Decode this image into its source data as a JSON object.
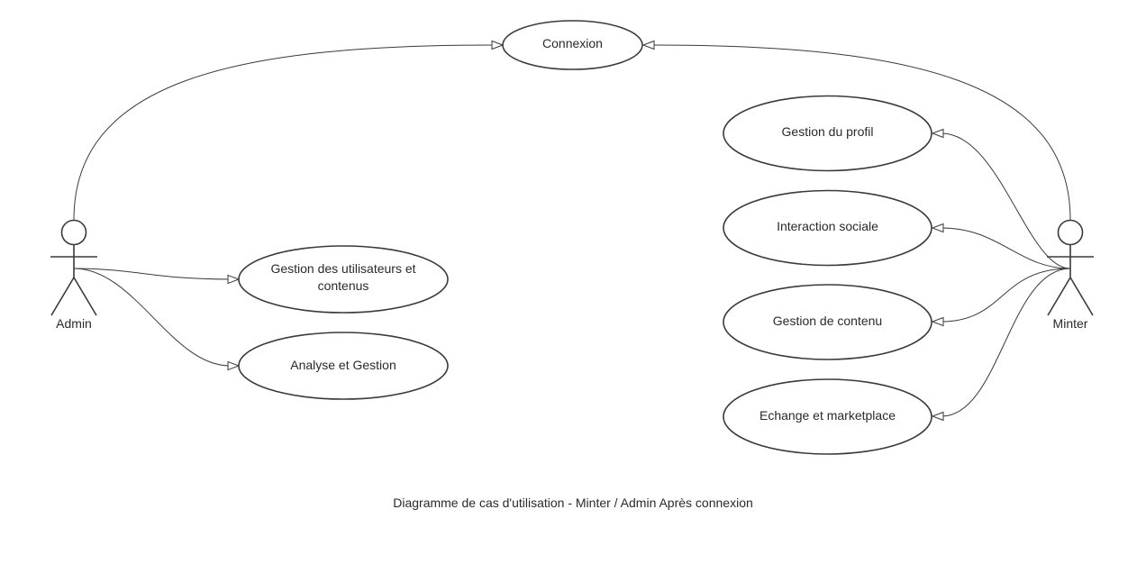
{
  "diagram": {
    "use_cases": {
      "connexion": "Connexion",
      "gestion_profil": "Gestion du profil",
      "interaction_sociale": "Interaction sociale",
      "gestion_contenu": "Gestion de contenu",
      "echange_marketplace": "Echange et marketplace",
      "gestion_utilisateurs_line1": "Gestion des utilisateurs et",
      "gestion_utilisateurs_line2": "contenus",
      "analyse_gestion": "Analyse et Gestion"
    },
    "actors": {
      "admin": "Admin",
      "minter": "Minter"
    },
    "caption": "Diagramme de cas d'utilisation - Minter / Admin Après connexion"
  }
}
